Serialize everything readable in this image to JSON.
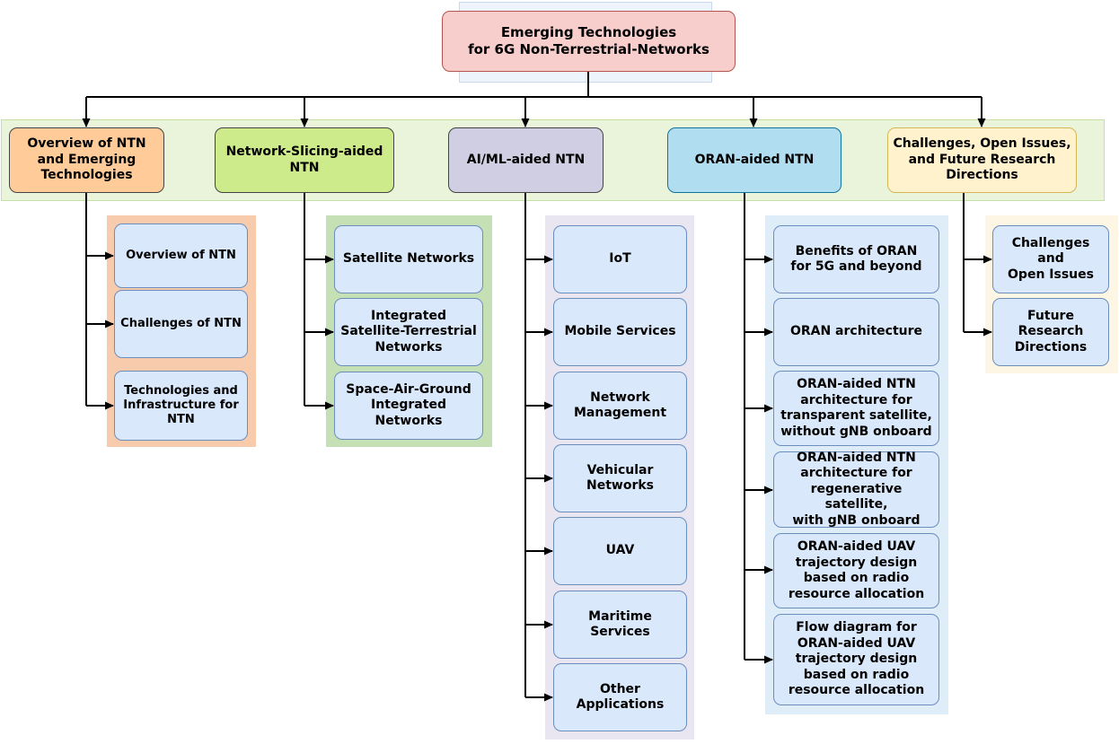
{
  "root": {
    "title": "Emerging Technologies\nfor 6G Non-Terrestrial-Networks"
  },
  "colors": {
    "root_fill": "#f8cecc",
    "level1_band": "#eaf4db",
    "overview": "#ffcc99",
    "slicing": "#cdeb8b",
    "aiml": "#d0cee2",
    "oran": "#b1ddf0",
    "challenges": "#fff2cc",
    "subtopic_fill": "#dae8fc"
  },
  "categories": [
    {
      "label": "Overview of NTN\nand Emerging\nTechnologies",
      "items": [
        "Overview of NTN",
        "Challenges of NTN",
        "Technologies and\nInfrastructure for\nNTN"
      ]
    },
    {
      "label": "Network-Slicing-aided\nNTN",
      "items": [
        "Satellite Networks",
        "Integrated\nSatellite-Terrestrial\nNetworks",
        "Space-Air-Ground\nIntegrated\nNetworks"
      ]
    },
    {
      "label": "AI/ML-aided NTN",
      "items": [
        "IoT",
        "Mobile Services",
        "Network\nManagement",
        "Vehicular\nNetworks",
        "UAV",
        "Maritime\nServices",
        "Other\nApplications"
      ]
    },
    {
      "label": "ORAN-aided NTN",
      "items": [
        "Benefits of ORAN\nfor 5G and beyond",
        "ORAN architecture",
        "ORAN-aided NTN\narchitecture for\ntransparent satellite,\nwithout gNB onboard",
        "ORAN-aided NTN\narchitecture for\nregenerative satellite,\nwith gNB onboard",
        "ORAN-aided UAV\ntrajectory design\nbased on radio\nresource allocation",
        "Flow diagram for\nORAN-aided UAV\ntrajectory design\nbased on radio\nresource allocation"
      ]
    },
    {
      "label": "Challenges, Open Issues,\nand Future Research\nDirections",
      "items": [
        "Challenges and\nOpen Issues",
        "Future\nResearch\nDirections"
      ]
    }
  ]
}
